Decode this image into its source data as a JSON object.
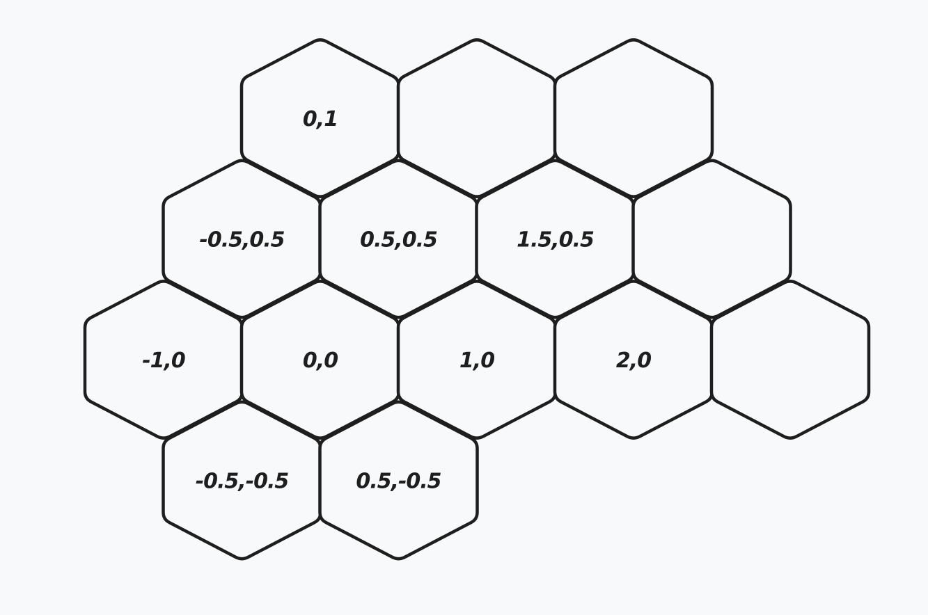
{
  "colors": {
    "background": "#f8f9fa",
    "stroke": "#1e1e1e",
    "text": "#1e1e1e"
  },
  "hexes": [
    {
      "q": 0,
      "r": 1,
      "label": "0,1"
    },
    {
      "q": 1,
      "r": 1,
      "label": ""
    },
    {
      "q": 2,
      "r": 1,
      "label": ""
    },
    {
      "q": -0.5,
      "r": 0.5,
      "label": "-0.5,0.5"
    },
    {
      "q": 0.5,
      "r": 0.5,
      "label": "0.5,0.5"
    },
    {
      "q": 1.5,
      "r": 0.5,
      "label": "1.5,0.5"
    },
    {
      "q": 2.5,
      "r": 0.5,
      "label": ""
    },
    {
      "q": -1,
      "r": 0,
      "label": "-1,0"
    },
    {
      "q": 0,
      "r": 0,
      "label": "0,0"
    },
    {
      "q": 1,
      "r": 0,
      "label": "1,0"
    },
    {
      "q": 2,
      "r": 0,
      "label": "2,0"
    },
    {
      "q": 3,
      "r": 0,
      "label": ""
    },
    {
      "q": -0.5,
      "r": -0.5,
      "label": "-0.5,-0.5"
    },
    {
      "q": 0.5,
      "r": -0.5,
      "label": "0.5,-0.5"
    }
  ]
}
